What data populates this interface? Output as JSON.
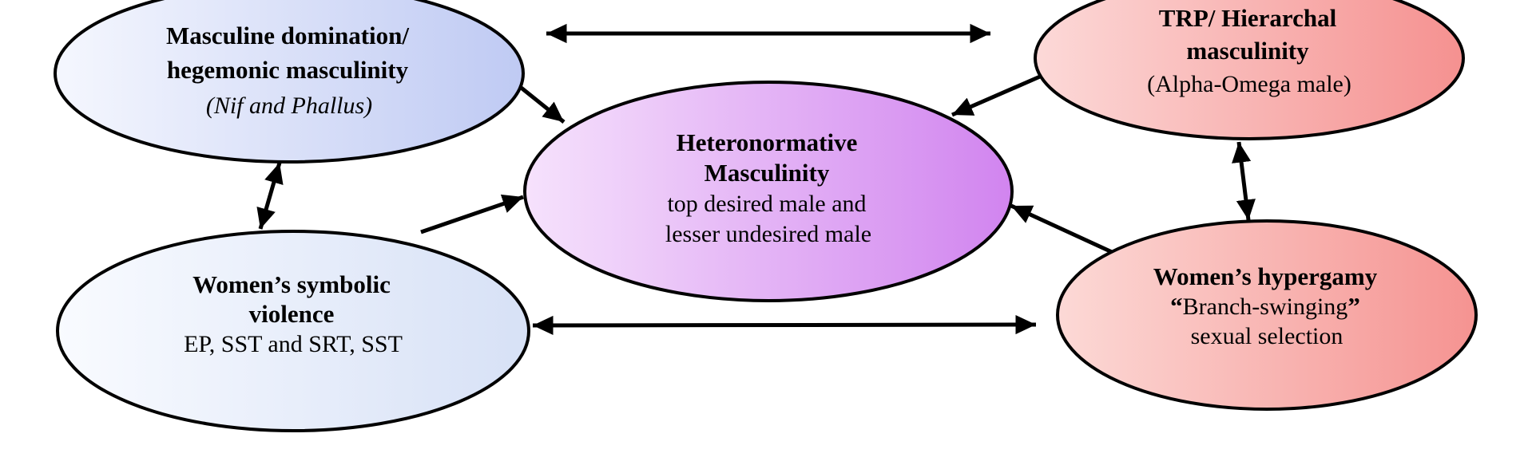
{
  "figure": {
    "background": "#ffffff",
    "stroke_color": "#000000",
    "nodes": {
      "masculine_domination": {
        "line1": "Masculine domination/",
        "line2": "hegemonic masculinity",
        "line3": "(Nif and Phallus)",
        "gradient_start": "#f5f7fe",
        "gradient_end": "#bfcaf3"
      },
      "trp_hierarchal": {
        "line1": "TRP/ Hierarchal",
        "line2": "masculinity",
        "line3": "(Alpha-Omega male)",
        "gradient_start": "#fcd9d8",
        "gradient_end": "#f59190"
      },
      "heteronormative": {
        "line1": "Heteronormative",
        "line2": "Masculinity",
        "line3": "top desired male and",
        "line4": "lesser undesired male",
        "gradient_start": "#f6e2fc",
        "gradient_end": "#d184ef"
      },
      "womens_symbolic_violence": {
        "line1": "Women’s symbolic",
        "line2": "violence",
        "line3": "EP, SST and SRT, SST",
        "gradient_start": "#f9fbff",
        "gradient_end": "#d7e1f6"
      },
      "womens_hypergamy": {
        "line1": "Women’s hypergamy",
        "line2_open": "“",
        "line2": "Branch-swinging",
        "line2_close": "”",
        "line3": "sexual selection",
        "gradient_start": "#fcd9d6",
        "gradient_end": "#f59391"
      }
    },
    "edges": [
      {
        "from": "masculine-domination",
        "to": "trp-hierarchal",
        "type": "bidirectional"
      },
      {
        "from": "masculine-domination",
        "to": "heteronormative",
        "type": "directed"
      },
      {
        "from": "trp-hierarchal",
        "to": "heteronormative",
        "type": "directed"
      },
      {
        "from": "masculine-domination",
        "to": "womens-symbolic-violence",
        "type": "bidirectional"
      },
      {
        "from": "womens-symbolic-violence",
        "to": "heteronormative",
        "type": "directed"
      },
      {
        "from": "womens-symbolic-violence",
        "to": "womens-hypergamy",
        "type": "bidirectional"
      },
      {
        "from": "trp-hierarchal",
        "to": "womens-hypergamy",
        "type": "bidirectional"
      },
      {
        "from": "womens-hypergamy",
        "to": "heteronormative",
        "type": "directed"
      }
    ]
  }
}
